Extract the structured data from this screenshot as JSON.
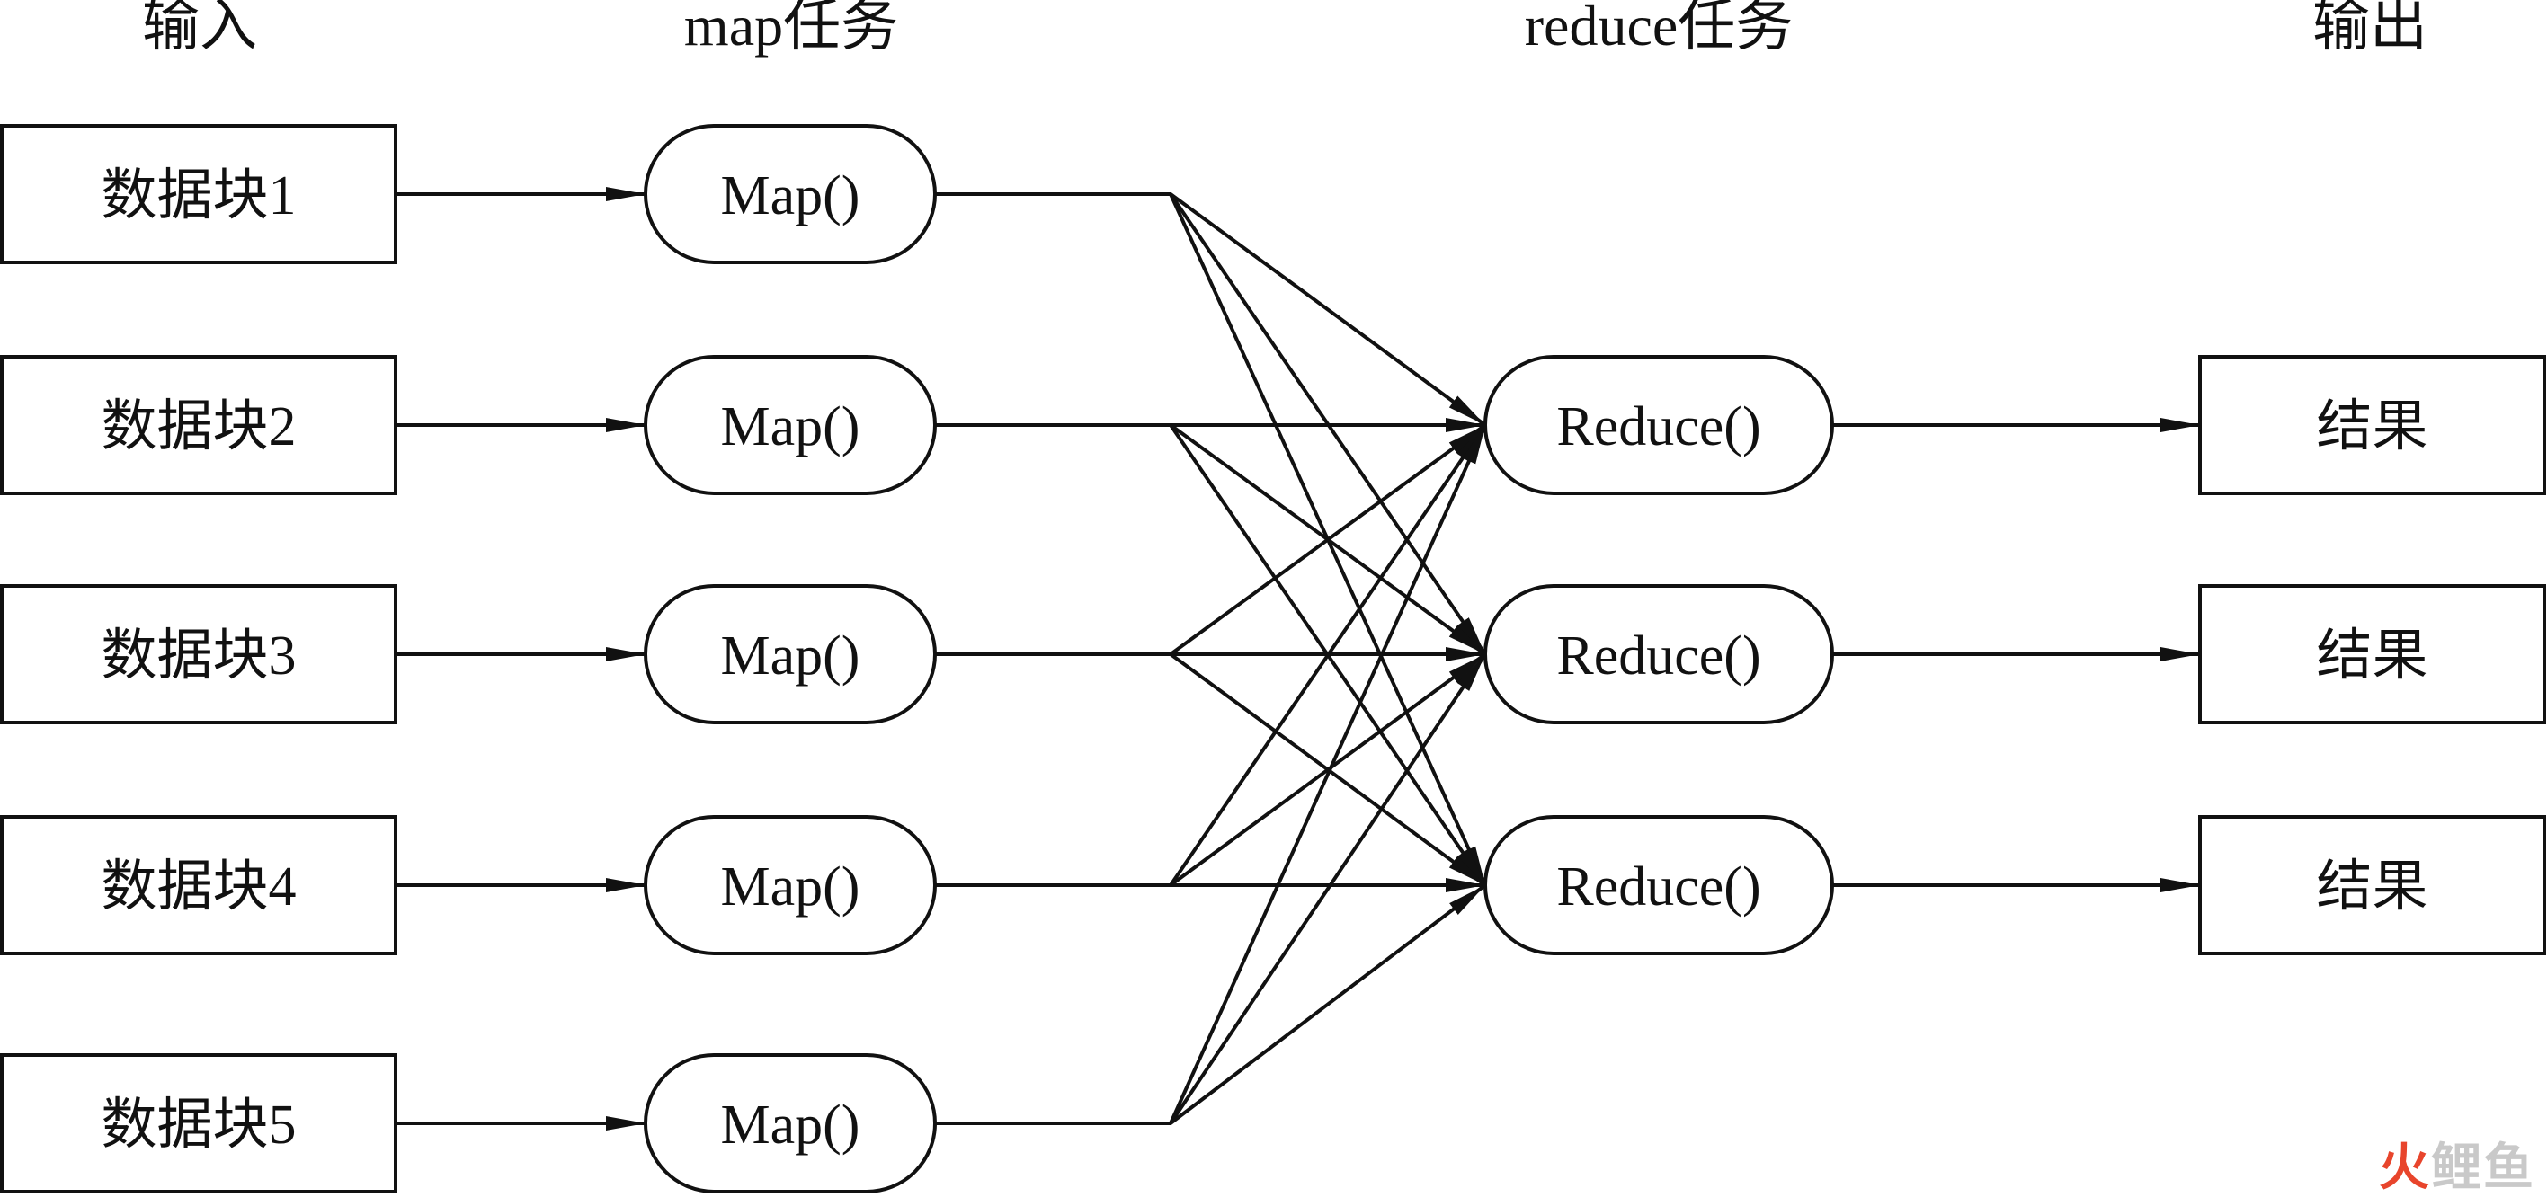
{
  "headers": {
    "input": "输入",
    "map": "map任务",
    "reduce": "reduce任务",
    "output": "输出"
  },
  "inputs": [
    "数据块1",
    "数据块2",
    "数据块3",
    "数据块4",
    "数据块5"
  ],
  "maps": [
    "Map()",
    "Map()",
    "Map()",
    "Map()",
    "Map()"
  ],
  "reduces": [
    "Reduce()",
    "Reduce()",
    "Reduce()"
  ],
  "outputs": [
    "结果",
    "结果",
    "结果"
  ],
  "watermark": {
    "c1": "火",
    "c2": "鲤",
    "c3": "鱼"
  },
  "colors": {
    "line": "#111111",
    "watermark_red": "#e8452c",
    "watermark_gray": "#c9c9c9"
  }
}
